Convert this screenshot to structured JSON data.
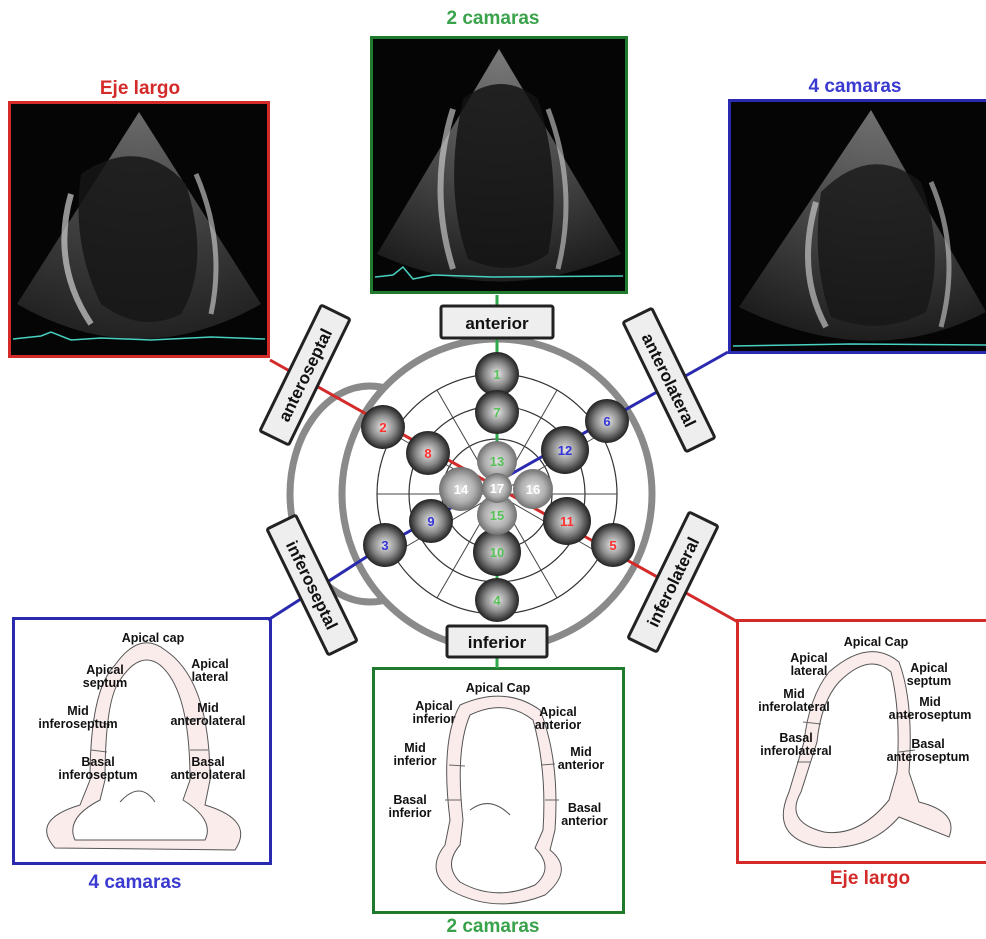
{
  "titles": {
    "top_center": "2 camaras",
    "top_left": "Eje largo",
    "top_right": "4 camaras",
    "bottom_left": "4 camaras",
    "bottom_center": "2 camaras",
    "bottom_right": "Eje largo"
  },
  "wall_labels": {
    "anterior": "anterior",
    "inferior": "inferior",
    "anteroseptal": "anteroseptal",
    "anterolateral": "anterolateral",
    "inferoseptal": "inferoseptal",
    "inferolateral": "inferolateral"
  },
  "segments": [
    {
      "num": "1",
      "view": "2ch"
    },
    {
      "num": "2",
      "view": "lax"
    },
    {
      "num": "3",
      "view": "4ch"
    },
    {
      "num": "4",
      "view": "2ch"
    },
    {
      "num": "5",
      "view": "lax"
    },
    {
      "num": "6",
      "view": "4ch"
    },
    {
      "num": "7",
      "view": "2ch"
    },
    {
      "num": "8",
      "view": "lax"
    },
    {
      "num": "9",
      "view": "4ch"
    },
    {
      "num": "10",
      "view": "2ch"
    },
    {
      "num": "11",
      "view": "lax"
    },
    {
      "num": "12",
      "view": "4ch"
    },
    {
      "num": "13",
      "view": "2ch"
    },
    {
      "num": "14",
      "view": "4ch"
    },
    {
      "num": "15",
      "view": "2ch"
    },
    {
      "num": "16",
      "view": "4ch"
    },
    {
      "num": "17",
      "view": "apex"
    }
  ],
  "sketch_4ch": {
    "apical_cap": "Apical cap",
    "apical_septum": "Apical\nseptum",
    "apical_lateral": "Apical\nlateral",
    "mid_inferoseptum": "Mid\ninferoseptum",
    "mid_anterolateral": "Mid\nanterolateral",
    "basal_inferoseptum": "Basal\ninferoseptum",
    "basal_anterolateral": "Basal\nanterolateral"
  },
  "sketch_2ch": {
    "apical_cap": "Apical Cap",
    "apical_inferior": "Apical\ninferior",
    "apical_anterior": "Apical\nanterior",
    "mid_inferior": "Mid\ninferior",
    "mid_anterior": "Mid\nanterior",
    "basal_inferior": "Basal\ninferior",
    "basal_anterior": "Basal\nanterior"
  },
  "sketch_lax": {
    "apical_cap": "Apical Cap",
    "apical_lateral": "Apical\nlateral",
    "apical_septum": "Apical\nseptum",
    "mid_inferolateral": "Mid\ninferolateral",
    "mid_anteroseptum": "Mid\nanteroseptum",
    "basal_inferolateral": "Basal\ninferolateral",
    "basal_anteroseptum": "Basal\nanteroseptum"
  },
  "colors": {
    "lax": "#d42a2a",
    "two_ch": "#1f7a2e",
    "four_ch": "#2a2ab0",
    "label_2ch": "#3aa24a",
    "label_4ch": "#3a3ad0",
    "seg_2ch_text": "#58c25a",
    "seg_lax_text": "#ff3030",
    "seg_4ch_text": "#3535d8",
    "seg_center_text": "#ffffff"
  }
}
